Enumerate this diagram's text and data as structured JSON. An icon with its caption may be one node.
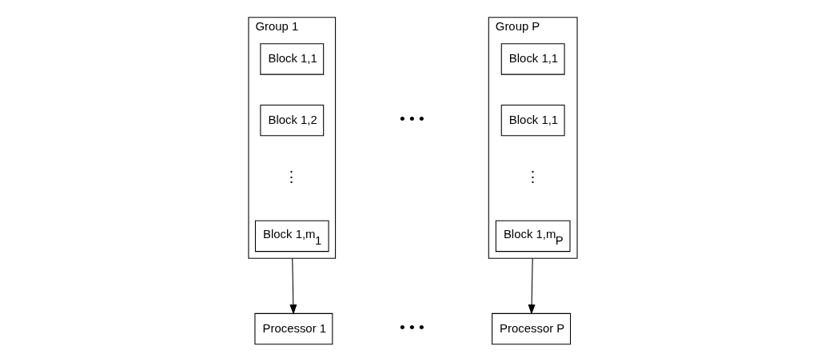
{
  "diagram": {
    "nodes": [
      {
        "text": [
          "Group 1"
        ]
      },
      {
        "text": [
          "Block 1,1"
        ],
        "in": 0
      },
      {
        "text": [
          "Block 1,2"
        ],
        "in": 0
      },
      {
        "text": [
          "Block 1,m$_{1}$"
        ],
        "in": 0
      },
      {
        "text": [
          "Group P"
        ]
      },
      {
        "text": [
          "Block 1,1"
        ],
        "in": 4
      },
      {
        "text": [
          "Block 1,1"
        ],
        "in": 4
      },
      {
        "text": [
          "Block 1,m$_{P}$"
        ],
        "in": 4
      },
      {
        "text": [
          "Processor 1"
        ]
      },
      {
        "text": [
          "Processor P"
        ]
      }
    ],
    "edges": [
      {
        "from": 0,
        "to": 8,
        "arrow": "to"
      },
      {
        "from": 4,
        "to": 9,
        "arrow": "to"
      }
    ],
    "labels": [
      "⋮",
      "• • •",
      "⋮",
      "• • •"
    ]
  }
}
